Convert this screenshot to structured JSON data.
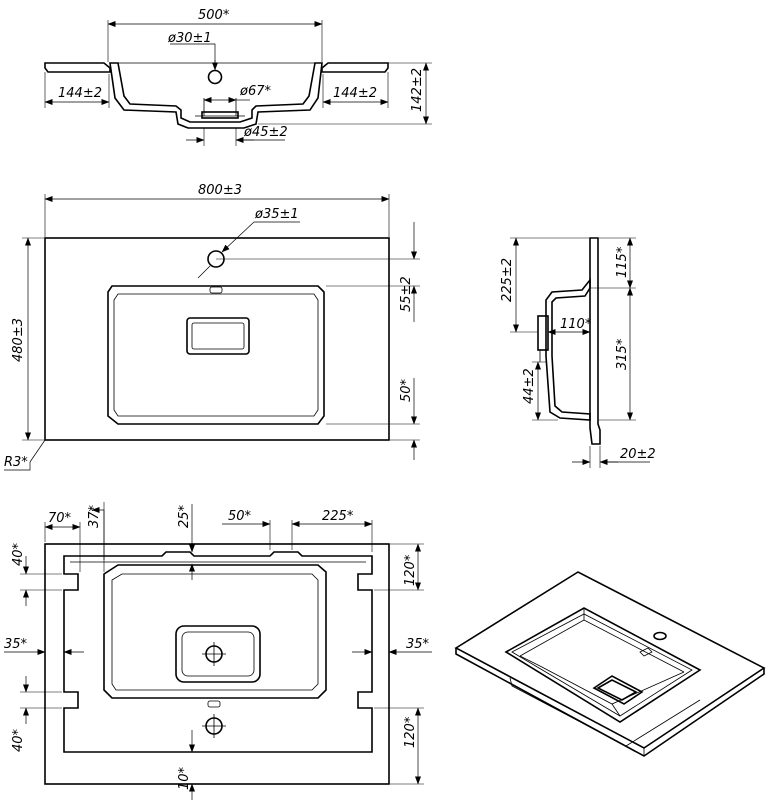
{
  "views": {
    "section_top": "section-view",
    "plan_overall": "plan-view",
    "side_section": "side-section-view",
    "underside": "underside-view",
    "isometric": "isometric-view"
  },
  "dimensions": {
    "top": {
      "overflow_width": "500*",
      "tap_hole": "ø30±1",
      "left_rim": "144±2",
      "drain_top": "ø67*",
      "right_rim": "144±2",
      "height": "142±2",
      "drain_bottom": "ø45±2"
    },
    "plan": {
      "width": "800±3",
      "tap_hole": "ø35±1",
      "depth": "480±3",
      "corner_radius": "R3*",
      "bowl_offset_top": "55±2",
      "bowl_offset_bottom": "50*"
    },
    "side": {
      "back_height": "115*",
      "bowl_depth": "225±2",
      "drain_offset": "110*",
      "front_length": "315*",
      "bottom_offset": "44±2",
      "rim_thickness": "20±2"
    },
    "underside": {
      "left_slot": "70*",
      "slot_gap": "37*",
      "center_notch": "25*",
      "notch_width": "50*",
      "right_notch": "225*",
      "left_top": "40*",
      "left_mid": "35*",
      "left_bottom": "40*",
      "right_top": "120*",
      "right_mid": "35*",
      "right_bottom": "120*",
      "bottom_edge": "10*"
    }
  },
  "colors": {
    "line": "#000000",
    "background": "#ffffff"
  }
}
